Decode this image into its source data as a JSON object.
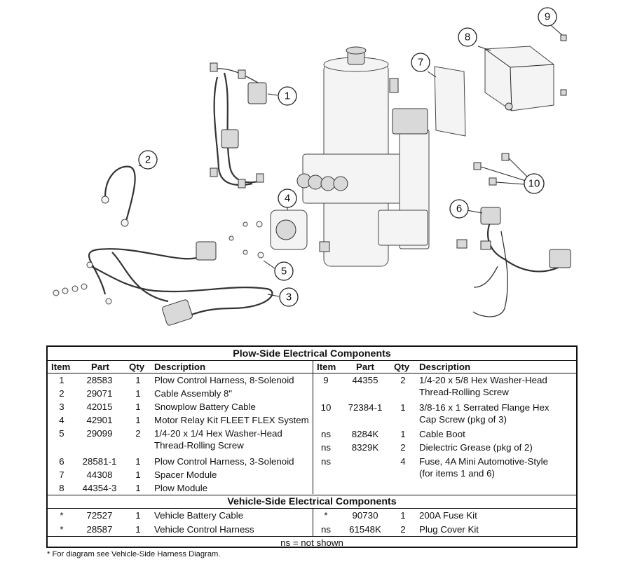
{
  "callouts": [
    "1",
    "2",
    "3",
    "4",
    "5",
    "6",
    "7",
    "8",
    "9",
    "10"
  ],
  "table": {
    "plow_title": "Plow-Side Electrical Components",
    "vehicle_title": "Vehicle-Side Electrical Components",
    "headers": {
      "item": "Item",
      "part": "Part",
      "qty": "Qty",
      "description": "Description"
    },
    "plow_left": [
      {
        "item": "1",
        "part": "28583",
        "qty": "1",
        "desc": [
          "Plow Control Harness, 8-Solenoid"
        ]
      },
      {
        "item": "2",
        "part": "29071",
        "qty": "1",
        "desc": [
          "Cable Assembly 8\""
        ]
      },
      {
        "item": "3",
        "part": "42015",
        "qty": "1",
        "desc": [
          "Snowplow Battery Cable"
        ]
      },
      {
        "item": "4",
        "part": "42901",
        "qty": "1",
        "desc": [
          "Motor Relay Kit FLEET FLEX System"
        ]
      },
      {
        "item": "5",
        "part": "29099",
        "qty": "2",
        "desc": [
          "1/4-20 x 1/4 Hex Washer-Head",
          "Thread-Rolling Screw"
        ]
      },
      {
        "item": "6",
        "part": "28581-1",
        "qty": "1",
        "desc": [
          "Plow Control Harness, 3-Solenoid"
        ]
      },
      {
        "item": "7",
        "part": "44308",
        "qty": "1",
        "desc": [
          "Spacer Module"
        ]
      },
      {
        "item": "8",
        "part": "44354-3",
        "qty": "1",
        "desc": [
          "Plow Module"
        ]
      }
    ],
    "plow_right": [
      {
        "item": "9",
        "part": "44355",
        "qty": "2",
        "desc": [
          "1/4-20 x 5/8 Hex Washer-Head",
          "Thread-Rolling Screw"
        ]
      },
      {
        "item": "10",
        "part": "72384-1",
        "qty": "1",
        "desc": [
          "3/8-16 x 1 Serrated Flange Hex",
          "Cap Screw (pkg of 3)"
        ]
      },
      {
        "item": "ns",
        "part": "8284K",
        "qty": "1",
        "desc": [
          "Cable Boot"
        ]
      },
      {
        "item": "ns",
        "part": "8329K",
        "qty": "2",
        "desc": [
          "Dielectric Grease (pkg of 2)"
        ]
      },
      {
        "item": "ns",
        "part": "",
        "qty": "4",
        "desc": [
          "Fuse, 4A Mini Automotive-Style",
          "(for items 1 and 6)"
        ]
      }
    ],
    "vehicle_left": [
      {
        "item": "*",
        "part": "72527",
        "qty": "1",
        "desc": [
          "Vehicle Battery Cable"
        ]
      },
      {
        "item": "*",
        "part": "28587",
        "qty": "1",
        "desc": [
          "Vehicle Control Harness"
        ]
      }
    ],
    "vehicle_right": [
      {
        "item": "*",
        "part": "90730",
        "qty": "1",
        "desc": [
          "200A Fuse Kit"
        ]
      },
      {
        "item": "ns",
        "part": "61548K",
        "qty": "2",
        "desc": [
          "Plug Cover Kit"
        ]
      }
    ],
    "ns_note": "ns = not shown"
  },
  "footnote": "* For diagram see Vehicle-Side Harness Diagram."
}
